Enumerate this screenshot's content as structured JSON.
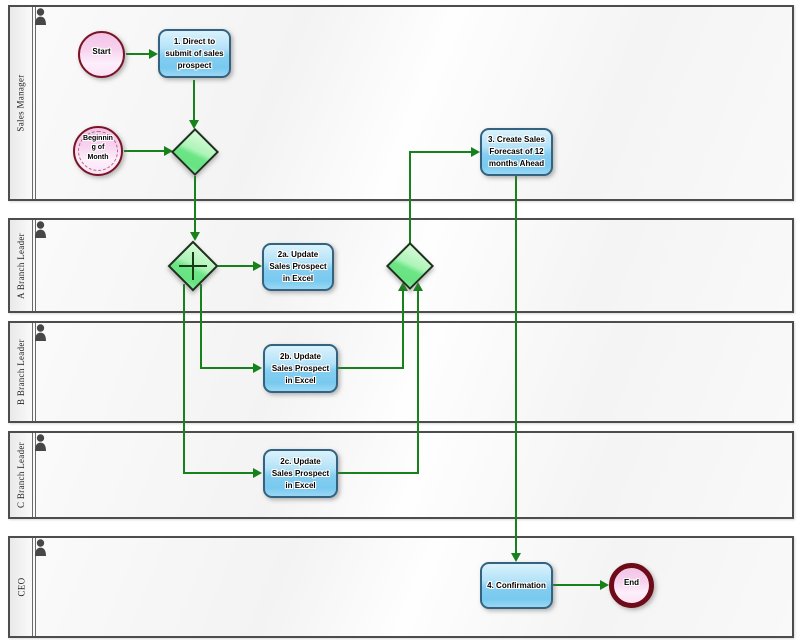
{
  "diagram_type": "BPMN swimlane process diagram",
  "colors": {
    "connector_green": "#17811c",
    "task_fill_top": "#d9f2fc",
    "task_fill_bottom": "#79c9ef",
    "task_border": "#35627f",
    "gateway_fill_top": "#d7fbd9",
    "gateway_fill_bottom": "#66e381",
    "gateway_border": "#1c301c",
    "event_fill": "#f7d2ee",
    "event_border": "#7a1426",
    "end_event_border": "#6d0b18",
    "lane_border": "#4d4d4d"
  },
  "lanes": [
    {
      "label": "Sales Manager"
    },
    {
      "label": "A Branch Leader"
    },
    {
      "label": "B Branch Leader"
    },
    {
      "label": "C Branch Leader"
    },
    {
      "label": "CEO"
    }
  ],
  "nodes": {
    "start_event": {
      "label": "Start"
    },
    "timer_event": {
      "lines": [
        "Beginnin",
        "g of",
        "Month"
      ]
    },
    "task1": {
      "lines": [
        "1. Direct to",
        "submit of sales",
        "prospect"
      ]
    },
    "task2a": {
      "lines": [
        "2a. Update",
        "Sales Prospect",
        "in Excel"
      ]
    },
    "task2b": {
      "lines": [
        "2b. Update",
        "Sales Prospect",
        "in Excel"
      ]
    },
    "task2c": {
      "lines": [
        "2c. Update",
        "Sales Prospect",
        "in Excel"
      ]
    },
    "task3": {
      "lines": [
        "3. Create Sales",
        "Forecast of 12",
        "months Ahead"
      ]
    },
    "task4": {
      "label": "4. Confirmation"
    },
    "end_event": {
      "label": "End"
    }
  }
}
